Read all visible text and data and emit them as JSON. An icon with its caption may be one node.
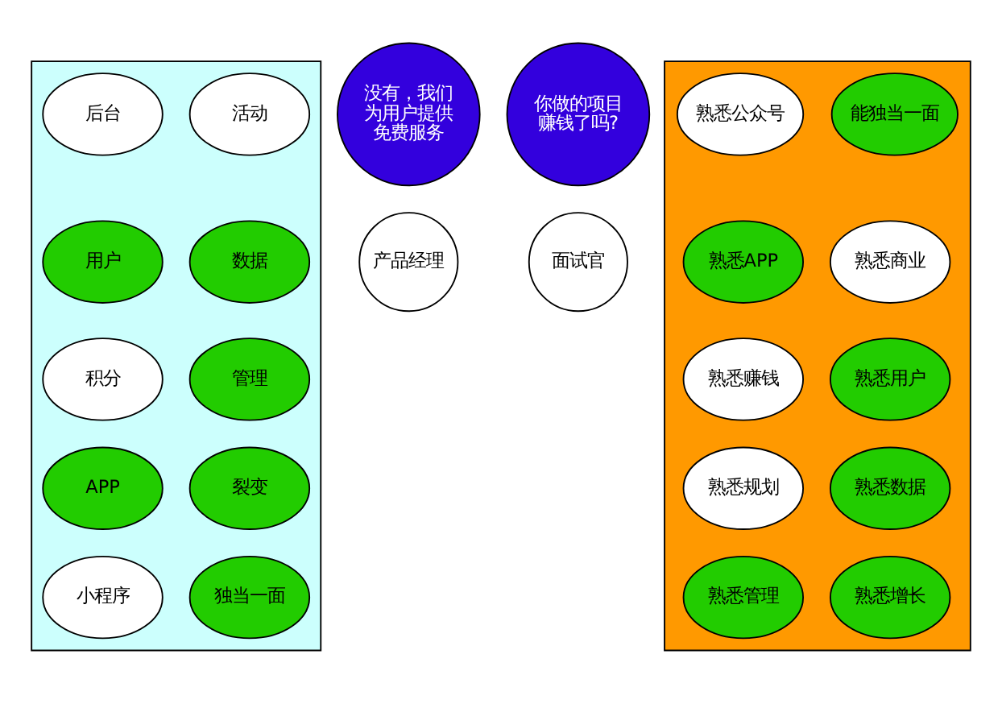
{
  "diagram": {
    "nodes": [
      {
        "text": [],
        "shape": "box"
      },
      {
        "text": [
          "后台"
        ],
        "in": 0
      },
      {
        "text": [
          "活动"
        ],
        "in": 0
      },
      {
        "text": [
          "用户"
        ],
        "in": 0
      },
      {
        "text": [
          "数据"
        ],
        "in": 0
      },
      {
        "text": [
          "积分"
        ],
        "in": 0
      },
      {
        "text": [
          "管理"
        ],
        "in": 0
      },
      {
        "text": [
          "APP"
        ],
        "in": 0
      },
      {
        "text": [
          "裂变"
        ],
        "in": 0
      },
      {
        "text": [
          "小程序"
        ],
        "in": 0
      },
      {
        "text": [
          "独当一面"
        ],
        "in": 0
      },
      {
        "text": [
          "没有，我们为用户提供免费服务"
        ]
      },
      {
        "text": [
          "你做的项目赚钱了吗?"
        ]
      },
      {
        "text": [
          "产品经理"
        ]
      },
      {
        "text": [
          "面试官"
        ]
      },
      {
        "text": [],
        "shape": "box"
      },
      {
        "text": [
          "熟悉公众号"
        ],
        "in": 15
      },
      {
        "text": [
          "能独当一面"
        ],
        "in": 15
      },
      {
        "text": [
          "熟悉APP"
        ],
        "in": 15
      },
      {
        "text": [
          "熟悉商业"
        ],
        "in": 15
      },
      {
        "text": [
          "熟悉赚钱"
        ],
        "in": 15
      },
      {
        "text": [
          "熟悉用户"
        ],
        "in": 15
      },
      {
        "text": [
          "熟悉规划"
        ],
        "in": 15
      },
      {
        "text": [
          "熟悉数据"
        ],
        "in": 15
      },
      {
        "text": [
          "熟悉管理"
        ],
        "in": 15
      },
      {
        "text": [
          "熟悉增长"
        ],
        "in": 15
      }
    ],
    "edges": []
  }
}
